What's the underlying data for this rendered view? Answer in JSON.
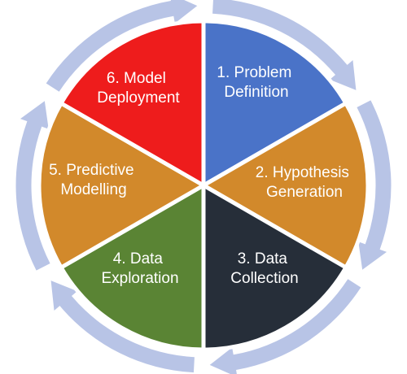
{
  "colors": {
    "ring": "#b8c4e6",
    "divider": "#ffffff",
    "label": "#ffffff"
  },
  "segments": [
    {
      "id": "problem-definition",
      "lines": [
        "1. Problem",
        "Definition"
      ],
      "color": "#4a73c8"
    },
    {
      "id": "hypothesis-generation",
      "lines": [
        "2. Hypothesis",
        "Generation"
      ],
      "color": "#d2892b"
    },
    {
      "id": "data-collection",
      "lines": [
        "3. Data",
        "Collection"
      ],
      "color": "#262e39"
    },
    {
      "id": "data-exploration",
      "lines": [
        "4. Data",
        "Exploration"
      ],
      "color": "#5a8434"
    },
    {
      "id": "predictive-modelling",
      "lines": [
        "5. Predictive",
        "Modelling"
      ],
      "color": "#d2892b"
    },
    {
      "id": "model-deployment",
      "lines": [
        "6. Model",
        "Deployment"
      ],
      "color": "#ee1c1c"
    }
  ]
}
